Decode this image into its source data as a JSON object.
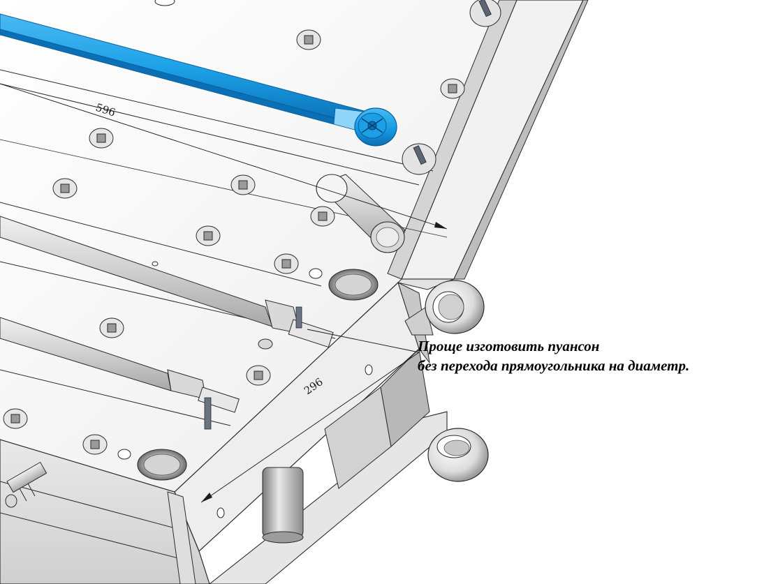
{
  "dimensions": {
    "length": "596",
    "width": "296"
  },
  "annotation": {
    "line1": "Проще изготовить пуансон",
    "line2": "без перехода прямоугольника на диаметр."
  },
  "colors": {
    "highlight": "#1ba0e6",
    "highlight_dark": "#0a6fb5",
    "steel_light": "#f4f4f4",
    "steel_mid": "#d6d6d6",
    "steel_dark": "#9a9a9a",
    "edge": "#2b2b2b"
  }
}
